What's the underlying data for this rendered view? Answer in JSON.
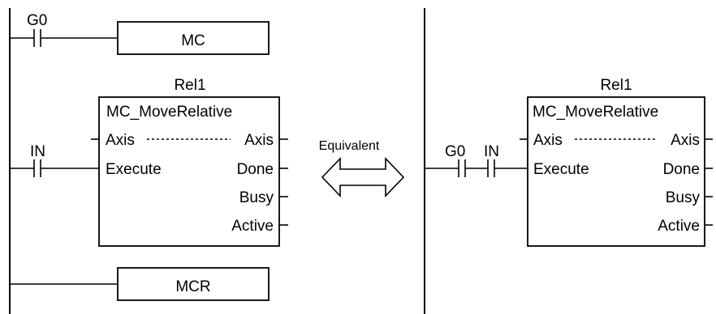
{
  "left": {
    "contact_g0": "G0",
    "coil_mc": "MC",
    "fb_instance": "Rel1",
    "fb_type": "MC_MoveRelative",
    "pin_axis_in": "Axis",
    "pin_axis_out": "Axis",
    "pin_execute": "Execute",
    "pin_done": "Done",
    "pin_busy": "Busy",
    "pin_active": "Active",
    "contact_in": "IN",
    "coil_mcr": "MCR"
  },
  "equivalence_label": "Equivalent",
  "right": {
    "fb_instance": "Rel1",
    "fb_type": "MC_MoveRelative",
    "pin_axis_in": "Axis",
    "pin_axis_out": "Axis",
    "pin_execute": "Execute",
    "pin_done": "Done",
    "pin_busy": "Busy",
    "pin_active": "Active",
    "contact_g0": "G0",
    "contact_in": "IN"
  }
}
